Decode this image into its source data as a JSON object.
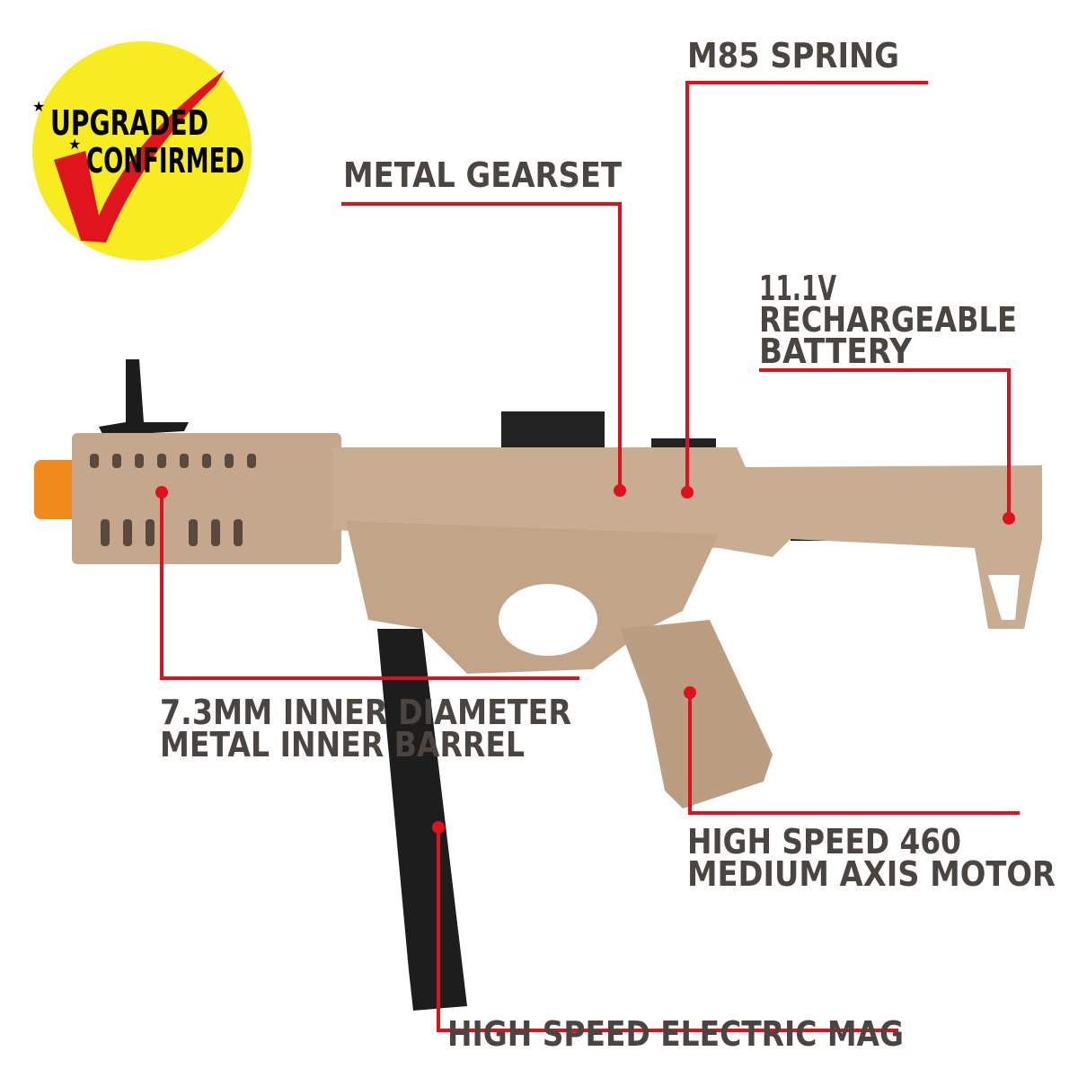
{
  "badge": {
    "line1": "UPGRADED",
    "line2": "CONFIRMED",
    "circle_color": "#f7ec1f",
    "check_color": "#e0141c"
  },
  "callouts": {
    "spring": {
      "lines": [
        "M85 SPRING"
      ]
    },
    "gearset": {
      "lines": [
        "METAL GEARSET"
      ]
    },
    "battery": {
      "lines": [
        "11.1V",
        "RECHARGEABLE",
        "BATTERY"
      ]
    },
    "barrel": {
      "lines": [
        "7.3MM INNER DIAMETER",
        "METAL INNER BARREL"
      ]
    },
    "motor": {
      "lines": [
        "HIGH SPEED 460",
        "MEDIUM AXIS MOTOR"
      ]
    },
    "mag": {
      "lines": [
        "HIGH SPEED ELECTRIC MAG"
      ]
    }
  },
  "colors": {
    "label_text": "#4b4541",
    "leader_line": "#e3101a",
    "body_tan": "#c9ad92",
    "dark_parts": "#1c1c1c",
    "tip_orange": "#f08a1c"
  }
}
